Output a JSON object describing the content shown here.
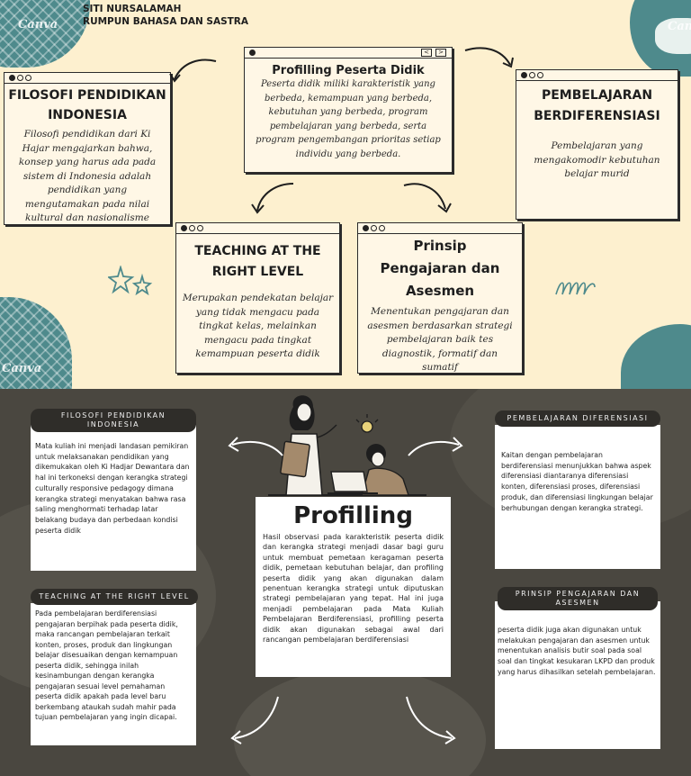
{
  "author": {
    "name": "SITI NURSALAMAH",
    "department": "RUMPUN BAHASA DAN SASTRA"
  },
  "watermarks": [
    "Canva",
    "Canva",
    "Canva"
  ],
  "top_cards": {
    "profiling": {
      "title": "Profilling Peserta Didik",
      "text": "Peserta didik miliki karakteristik yang berbeda, kemampuan yang berbeda, kebutuhan yang berbeda, program pembelajaran yang berbeda, serta program pengembangan prioritas setiap individu yang berbeda.",
      "nav_left": "<",
      "nav_right": ">"
    },
    "filosofi": {
      "title": "FILOSOFI PENDIDIKAN INDONESIA",
      "text": "Filosofi pendidikan dari Ki Hajar mengajarkan bahwa, konsep yang harus ada pada sistem di Indonesia adalah pendidikan yang mengutamakan pada nilai kultural dan nasionalisme"
    },
    "pembelajaran": {
      "title": "PEMBELAJARAN BERDIFERENSIASI",
      "text": "Pembelajaran yang mengakomodir kebutuhan belajar murid"
    },
    "tarl": {
      "title": "TEACHING AT THE RIGHT LEVEL",
      "text": "Merupakan pendekatan belajar yang tidak mengacu pada tingkat kelas, melainkan mengacu pada tingkat kemampuan peserta didik"
    },
    "prinsip": {
      "title": "Prinsip Pengajaran dan Asesmen",
      "text": "Menentukan pengajaran dan asesmen berdasarkan strategi pembelajaran baik tes diagnostik, formatif dan sumatif"
    }
  },
  "bottom": {
    "center": {
      "title": "Profilling",
      "text": "Hasil observasi pada karakteristik peserta didik dan kerangka strategi menjadi dasar bagi guru untuk membuat pemetaan keragaman peserta didik, pemetaan kebutuhan belajar, dan profiling peserta didik yang akan digunakan dalam penentuan kerangka strategi untuk diputuskan strategi pembelajaran yang tepat. Hal ini juga menjadi pembelajaran pada Mata Kuliah Pembelajaran Berdiferensiasi, profilling peserta didik akan digunakan sebagai awal dari rancangan pembelajaran berdiferensiasi"
    },
    "filosofi": {
      "label": "FILOSOFI PENDIDIKAN INDONESIA",
      "text": "Mata kuliah ini menjadi landasan pemikiran untuk melaksanakan pendidikan yang dikemukakan oleh Ki Hadjar Dewantara dan hal ini terkoneksi dengan kerangka strategi culturally responsive pedagogy dimana kerangka strategi menyatakan bahwa rasa saling menghormati terhadap latar belakang budaya dan perbedaan kondisi peserta didik"
    },
    "tarl": {
      "label": "TEACHING AT THE RIGHT LEVEL",
      "text": "Pada pembelajaran berdiferensiasi pengajaran berpihak pada peserta didik, maka rancangan pembelajaran terkait konten, proses, produk dan lingkungan belajar disesuaikan dengan kemampuan peserta didik, sehingga inilah kesinambungan dengan kerangka pengajaran sesuai level pemahaman peserta didik apakah pada level baru berkembang ataukah sudah mahir pada tujuan pembelajaran yang ingin dicapai."
    },
    "pembelajaran": {
      "label": "PEMBELAJARAN DIFERENSIASI",
      "text": "Kaitan dengan pembelajaran berdiferensiasi menunjukkan bahwa aspek diferensiasi diantaranya diferensiasi konten, diferensiasi proses, diferensiasi produk, dan diferensiasi lingkungan belajar berhubungan dengan kerangka strategi."
    },
    "prinsip": {
      "label": "PRINSIP PENGAJARAN DAN ASESMEN",
      "text": "peserta didik juga akan digunakan untuk melakukan pengajaran dan asesmen untuk menentukan analisis butir soal pada soal soal dan tingkat kesukaran LKPD dan produk yang harus dihasilkan setelah pembelajaran."
    }
  },
  "colors": {
    "cream": "#fdf0cf",
    "teal": "#4e8a8c",
    "dark_bg": "#4a4740",
    "pill": "#2f2d29"
  }
}
